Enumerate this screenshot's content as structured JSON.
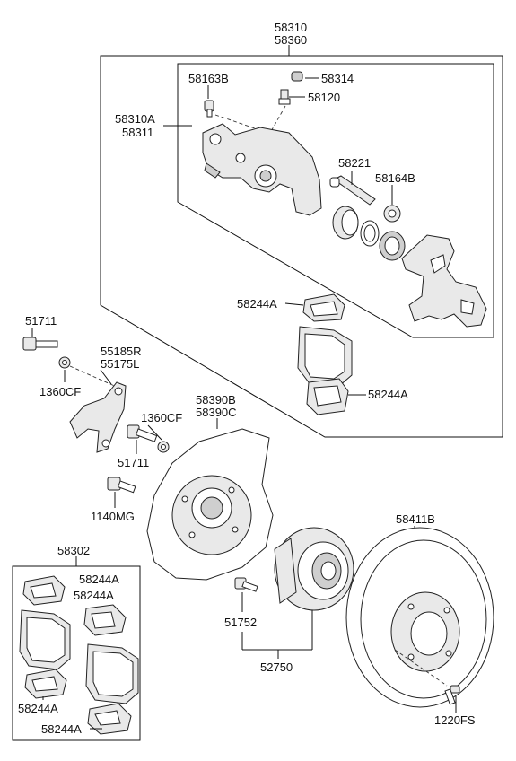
{
  "labels": {
    "caliper_assy_a": "58310",
    "caliper_assy_b": "58360",
    "screw_58163b": "58163B",
    "cap_58314": "58314",
    "bleeder_58120": "58120",
    "caliper_body_a": "58310A",
    "caliper_body_b": "58311",
    "guide_rod_58221": "58221",
    "bolt_58164b": "58164B",
    "clip_58244a_upper": "58244A",
    "clip_58244a_lower": "58244A",
    "bolt_51711_upper": "51711",
    "washer_1360cf_upper": "1360CF",
    "bracket_a": "55185R",
    "bracket_b": "55175L",
    "shield_a": "58390B",
    "shield_b": "58390C",
    "washer_1360cf_lower": "1360CF",
    "bolt_51711_lower": "51711",
    "bolt_1140mg": "1140MG",
    "pad_kit_58302": "58302",
    "kit_clip_1": "58244A",
    "kit_clip_2": "58244A",
    "kit_clip_3": "58244A",
    "kit_clip_4": "58244A",
    "hub_bolt_51752": "51752",
    "hub_assy_52750": "52750",
    "disc_58411b": "58411B",
    "screw_1220fs": "1220FS"
  },
  "colors": {
    "ink": "#111111",
    "fill_light": "#e9e9e9",
    "fill_mid": "#cfcfcf",
    "background": "#ffffff"
  }
}
